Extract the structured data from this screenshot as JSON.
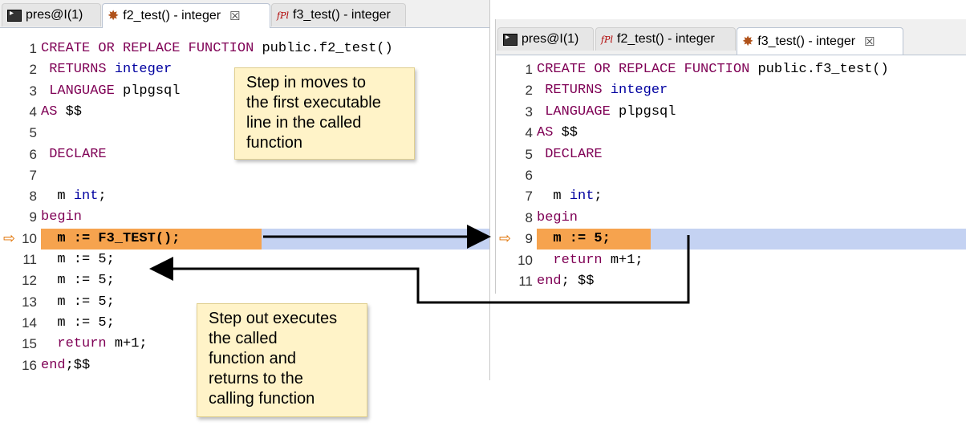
{
  "left": {
    "tabs": [
      {
        "label": "pres@I(1)",
        "icon": "terminal-icon"
      },
      {
        "label": "f2_test() - integer",
        "icon": "debug-bug-icon",
        "close": "☒"
      },
      {
        "label": "f3_test() - integer",
        "icon": "fpl-icon",
        "icon_text": "fPl"
      }
    ],
    "lines": [
      {
        "n": "1",
        "code": "CREATE OR REPLACE FUNCTION public.f2_test()"
      },
      {
        "n": "2",
        "code": " RETURNS integer"
      },
      {
        "n": "3",
        "code": " LANGUAGE plpgsql"
      },
      {
        "n": "4",
        "code": "AS $$"
      },
      {
        "n": "5",
        "code": ""
      },
      {
        "n": "6",
        "code": " DECLARE"
      },
      {
        "n": "7",
        "code": ""
      },
      {
        "n": "8",
        "code": "  m int;"
      },
      {
        "n": "9",
        "code": "begin"
      },
      {
        "n": "10",
        "code": "  m := F3_TEST();"
      },
      {
        "n": "11",
        "code": "  m := 5;"
      },
      {
        "n": "12",
        "code": "  m := 5;"
      },
      {
        "n": "13",
        "code": "  m := 5;"
      },
      {
        "n": "14",
        "code": "  m := 5;"
      },
      {
        "n": "15",
        "code": "  return m+1;"
      },
      {
        "n": "16",
        "code": "end;$$"
      }
    ]
  },
  "right": {
    "tabs": [
      {
        "label": "pres@I(1)",
        "icon": "terminal-icon"
      },
      {
        "label": "f2_test() - integer",
        "icon": "fpl-icon",
        "icon_text": "fPl"
      },
      {
        "label": "f3_test() - integer",
        "icon": "debug-bug-icon",
        "close": "☒"
      }
    ],
    "lines": [
      {
        "n": "1",
        "code": "CREATE OR REPLACE FUNCTION public.f3_test()"
      },
      {
        "n": "2",
        "code": " RETURNS integer"
      },
      {
        "n": "3",
        "code": " LANGUAGE plpgsql"
      },
      {
        "n": "4",
        "code": "AS $$"
      },
      {
        "n": "5",
        "code": " DECLARE"
      },
      {
        "n": "6",
        "code": ""
      },
      {
        "n": "7",
        "code": "  m int;"
      },
      {
        "n": "8",
        "code": "begin"
      },
      {
        "n": "9",
        "code": "  m := 5;"
      },
      {
        "n": "10",
        "code": "  return m+1;"
      },
      {
        "n": "11",
        "code": "end; $$"
      }
    ]
  },
  "callouts": {
    "step_in": [
      "Step in moves to",
      "the first executable",
      "line in the called",
      "function"
    ],
    "step_out": [
      "Step out executes",
      "the called",
      "function and",
      "returns to the",
      "calling function"
    ]
  },
  "colors": {
    "current_line": "#c4d2f2",
    "current_statement": "#f6a34e",
    "keyword": "#7f0055",
    "type": "#0000a0",
    "pointer": "#e07000"
  },
  "pointer_glyph": "⇨"
}
